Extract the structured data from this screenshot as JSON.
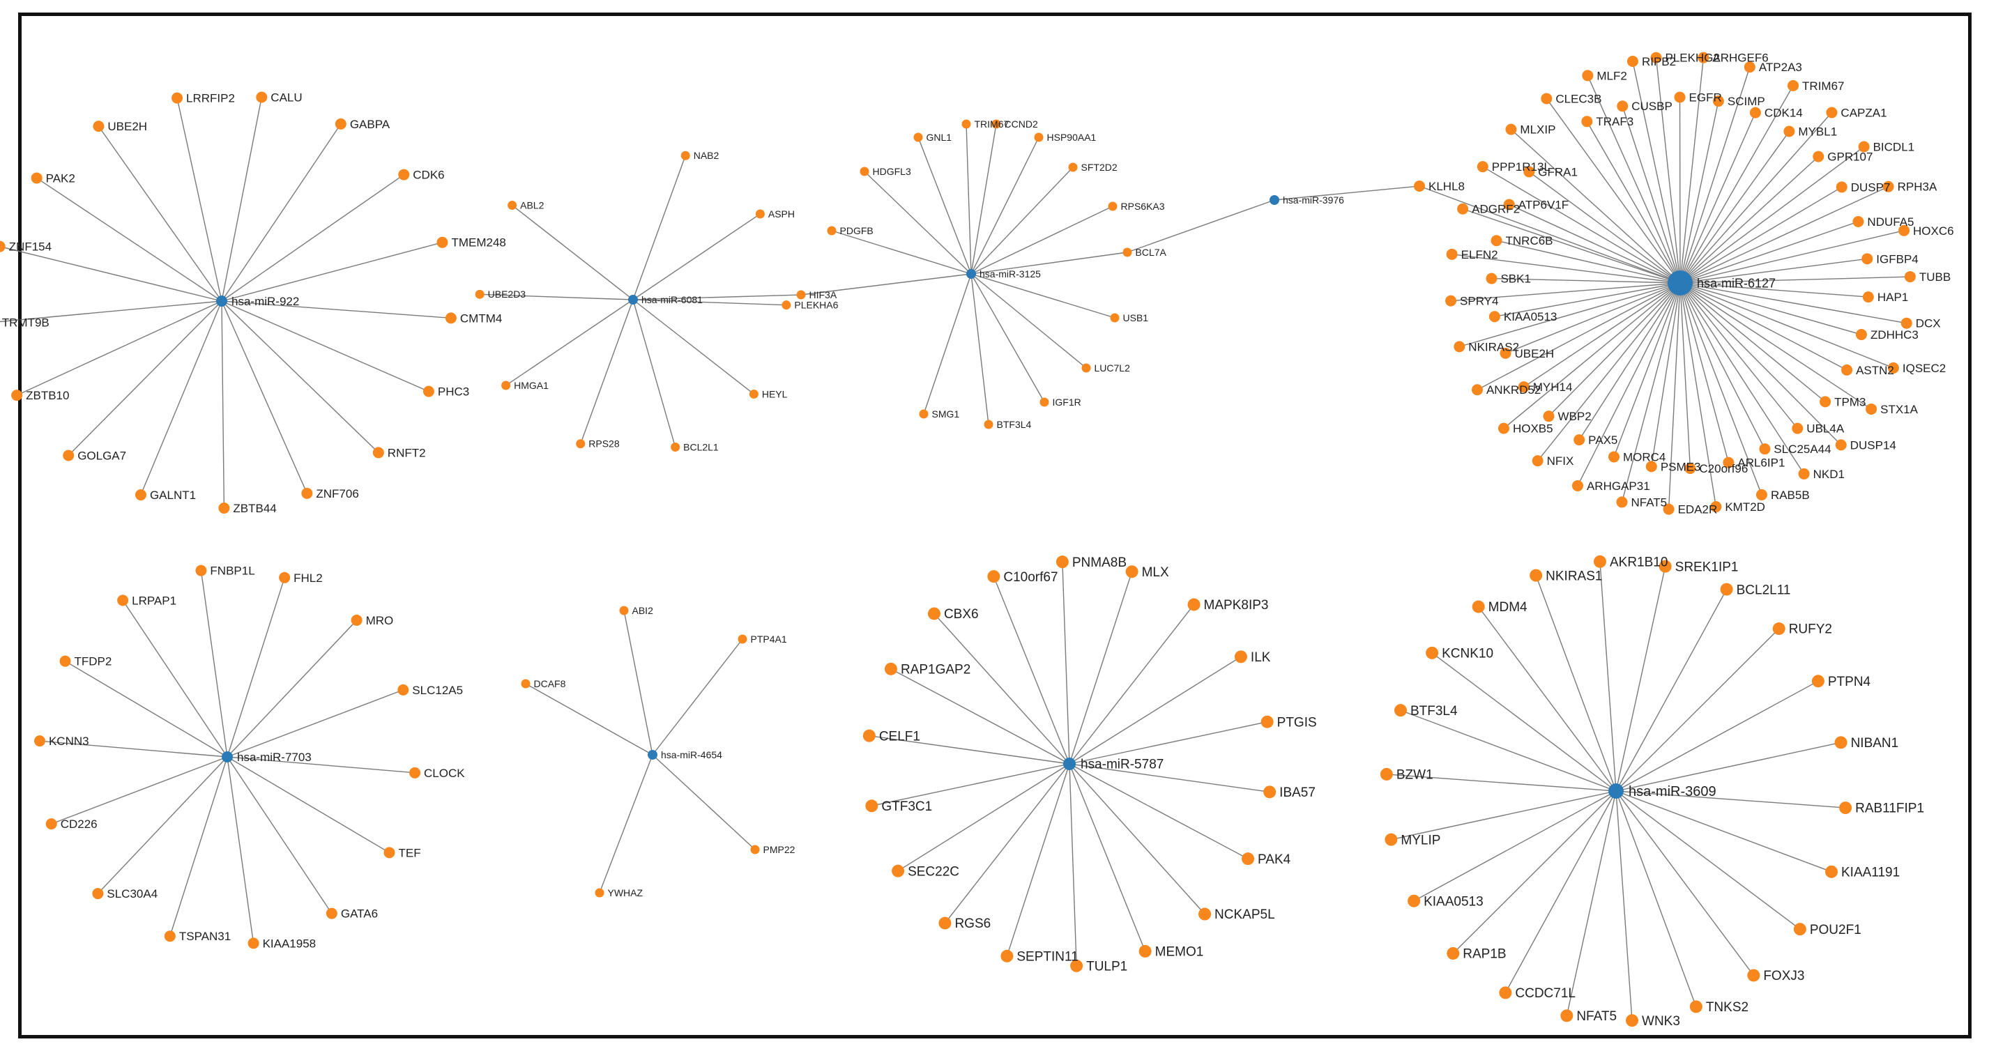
{
  "colors": {
    "hub": "#2a7ab8",
    "gene": "#f7861c",
    "edge": "#7a7a7a"
  },
  "clusters": [
    {
      "hub": "hsa-miR-922",
      "genes": [
        "CALU",
        "GABPA",
        "CDK6",
        "TMEM248",
        "CMTM4",
        "PHC3",
        "RNFT2",
        "ZNF706",
        "ZBTB44",
        "GALNT1",
        "GOLGA7",
        "ZBTB10",
        "TRMT9B",
        "ZNF154",
        "PAK2",
        "UBE2H",
        "LRRFIP2"
      ]
    },
    {
      "hub": "hsa-miR-6081",
      "genes": [
        "NAB2",
        "ASPH",
        "PLEKHA6",
        "HEYL",
        "BCL2L1",
        "RPS28",
        "HMGA1",
        "UBE2D3",
        "ABL2",
        "HIF3A"
      ]
    },
    {
      "hub": "hsa-miR-3125",
      "genes": [
        "GNL1",
        "TRIM67",
        "CCND2",
        "HSP90AA1",
        "SFT2D2",
        "RPS6KA3",
        "BCL7A",
        "USB1",
        "LUC7L2",
        "IGF1R",
        "BTF3L4",
        "SMG1",
        "PDGFB",
        "HDGFL3",
        "HIF3A"
      ]
    },
    {
      "hub": "hsa-miR-3976",
      "genes": [
        "KLHL8",
        "BCL7A"
      ]
    },
    {
      "hub": "hsa-miR-6127",
      "genes": [
        "PLEKHG2",
        "EGFR",
        "ARHGEF6",
        "SCIMP",
        "ATP2A3",
        "CDK14",
        "TRIM67",
        "MYBL1",
        "CAPZA1",
        "GPR107",
        "BICDL1",
        "DUSP7",
        "RPH3A",
        "NDUFA5",
        "HOXC6",
        "IGFBP4",
        "TUBB",
        "HAP1",
        "DCX",
        "ZDHHC3",
        "IQSEC2",
        "ASTN2",
        "STX1A",
        "TPM3",
        "DUSP14",
        "UBL4A",
        "NKD1",
        "SLC25A44",
        "RAB5B",
        "ARL6IP1",
        "KMT2D",
        "C20orf96",
        "EDA2R",
        "PSME3",
        "NFAT5",
        "MORC4",
        "ARHGAP31",
        "PAX5",
        "NFIX",
        "WBP2",
        "HOXB5",
        "MYH14",
        "ANKRD52",
        "UBE2H",
        "NKIRAS2",
        "KIAA0513",
        "SPRY4",
        "SBK1",
        "ELFN2",
        "TNRC6B",
        "ADGRF2",
        "ATP6V1F",
        "PPP1R13L",
        "GFRA1",
        "MLXIP",
        "KLHL8",
        "CLEC3B",
        "TRAF3",
        "MLF2",
        "CUSBP",
        "RIPB2"
      ]
    },
    {
      "hub": "hsa-miR-7703",
      "genes": [
        "FNBP1L",
        "FHL2",
        "MRO",
        "SLC12A5",
        "CLOCK",
        "TEF",
        "GATA6",
        "KIAA1958",
        "TSPAN31",
        "SLC30A4",
        "CD226",
        "KCNN3",
        "TFDP2",
        "LRPAP1"
      ]
    },
    {
      "hub": "hsa-miR-4654",
      "genes": [
        "ABI2",
        "PTP4A1",
        "PMP22",
        "YWHAZ",
        "DCAF8"
      ]
    },
    {
      "hub": "hsa-miR-5787",
      "genes": [
        "PNMA8B",
        "MLX",
        "MAPK8IP3",
        "ILK",
        "PTGIS",
        "IBA57",
        "PAK4",
        "NCKAP5L",
        "MEMO1",
        "TULP1",
        "SEPTIN11",
        "RGS6",
        "SEC22C",
        "GTF3C1",
        "CELF1",
        "RAP1GAP2",
        "CBX6",
        "C10orf67"
      ]
    },
    {
      "hub": "hsa-miR-3609",
      "genes": [
        "AKR1B10",
        "SREK1IP1",
        "BCL2L11",
        "RUFY2",
        "PTPN4",
        "NIBAN1",
        "RAB11FIP1",
        "KIAA1191",
        "POU2F1",
        "FOXJ3",
        "TNKS2",
        "WNK3",
        "NFAT5",
        "CCDC71L",
        "RAP1B",
        "KIAA0513",
        "MYLIP",
        "BZW1",
        "BTF3L4",
        "KCNK10",
        "MDM4",
        "NKIRAS1"
      ]
    }
  ]
}
